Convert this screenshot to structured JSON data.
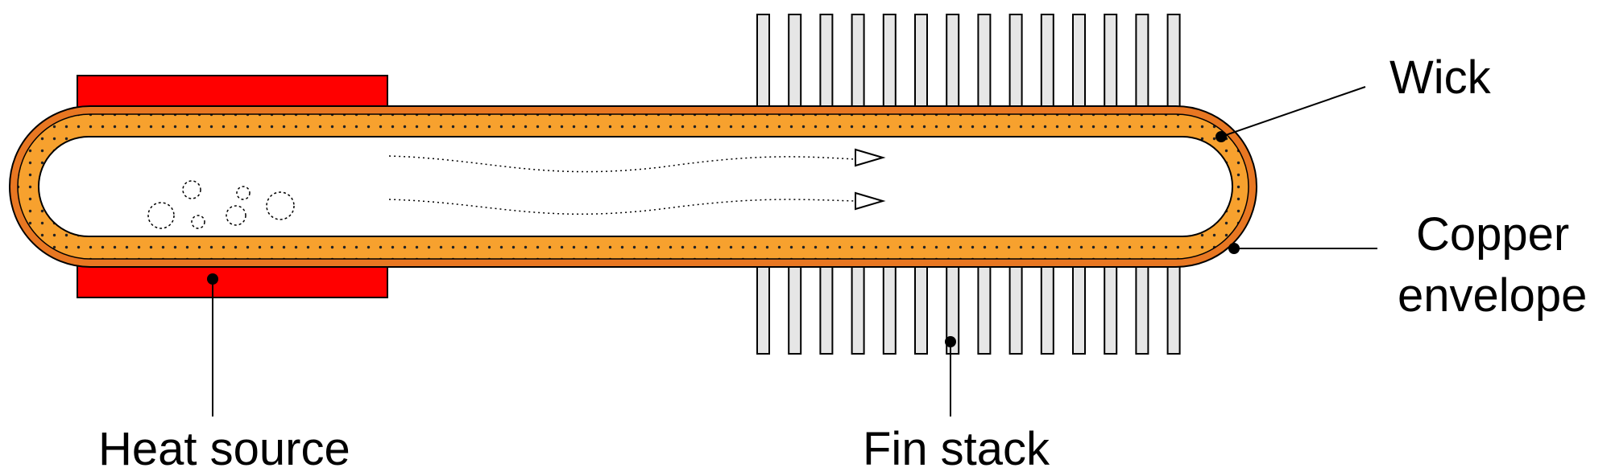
{
  "labels": {
    "wick": "Wick",
    "copper_line1": "Copper",
    "copper_line2": "envelope",
    "heat_source": "Heat source",
    "fin_stack": "Fin stack"
  },
  "colors": {
    "copper": "#E87722",
    "wick": "#F7A12E",
    "heat_source": "#FF0000",
    "fin": "#E6E6E6"
  }
}
